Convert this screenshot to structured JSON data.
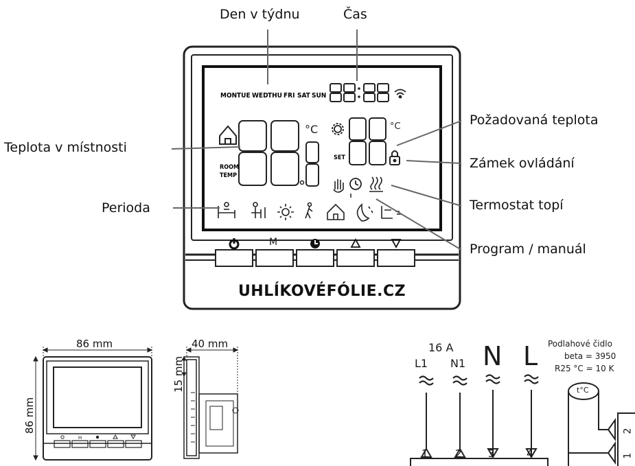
{
  "labels": {
    "day_of_week": "Den v týdnu",
    "time": "Čas",
    "room_temp": "Teplota v místnosti",
    "period": "Perioda",
    "set_temp": "Požadovaná teplota",
    "lock": "Zámek ovládání",
    "heating": "Termostat topí",
    "program": "Program / manuál"
  },
  "lcd": {
    "days": [
      "MON",
      "TUE",
      "WED",
      "THU",
      "FRI",
      "SAT",
      "SUN"
    ],
    "room_label_1": "ROOM",
    "room_label_2": "TEMP",
    "set_label": "SET",
    "unit_c": "°C"
  },
  "buttons": {
    "mode": "M",
    "power_icon": "power-icon",
    "clock_icon": "clock-icon",
    "up_icon": "triangle-up-icon",
    "down_icon": "triangle-down-icon"
  },
  "brand": "UHLÍKOVÉFÓLIE.CZ",
  "dimensions": {
    "front_width": "86 mm",
    "front_height": "86 mm",
    "side_depth": "40 mm",
    "side_back": "15 mm"
  },
  "wiring": {
    "current": "16 A",
    "terminals": [
      {
        "label": "L1",
        "number": "1"
      },
      {
        "label": "N1",
        "number": "2"
      },
      {
        "label": "N",
        "number": "3"
      },
      {
        "label": "L",
        "number": "4"
      }
    ],
    "sensor_title": "Podlahové čidlo",
    "sensor_beta": "beta = 3950",
    "sensor_r25": "R25 °C = 10 K",
    "sensor_symbol": "t°C",
    "sensor_pins": [
      "2",
      "1"
    ]
  }
}
